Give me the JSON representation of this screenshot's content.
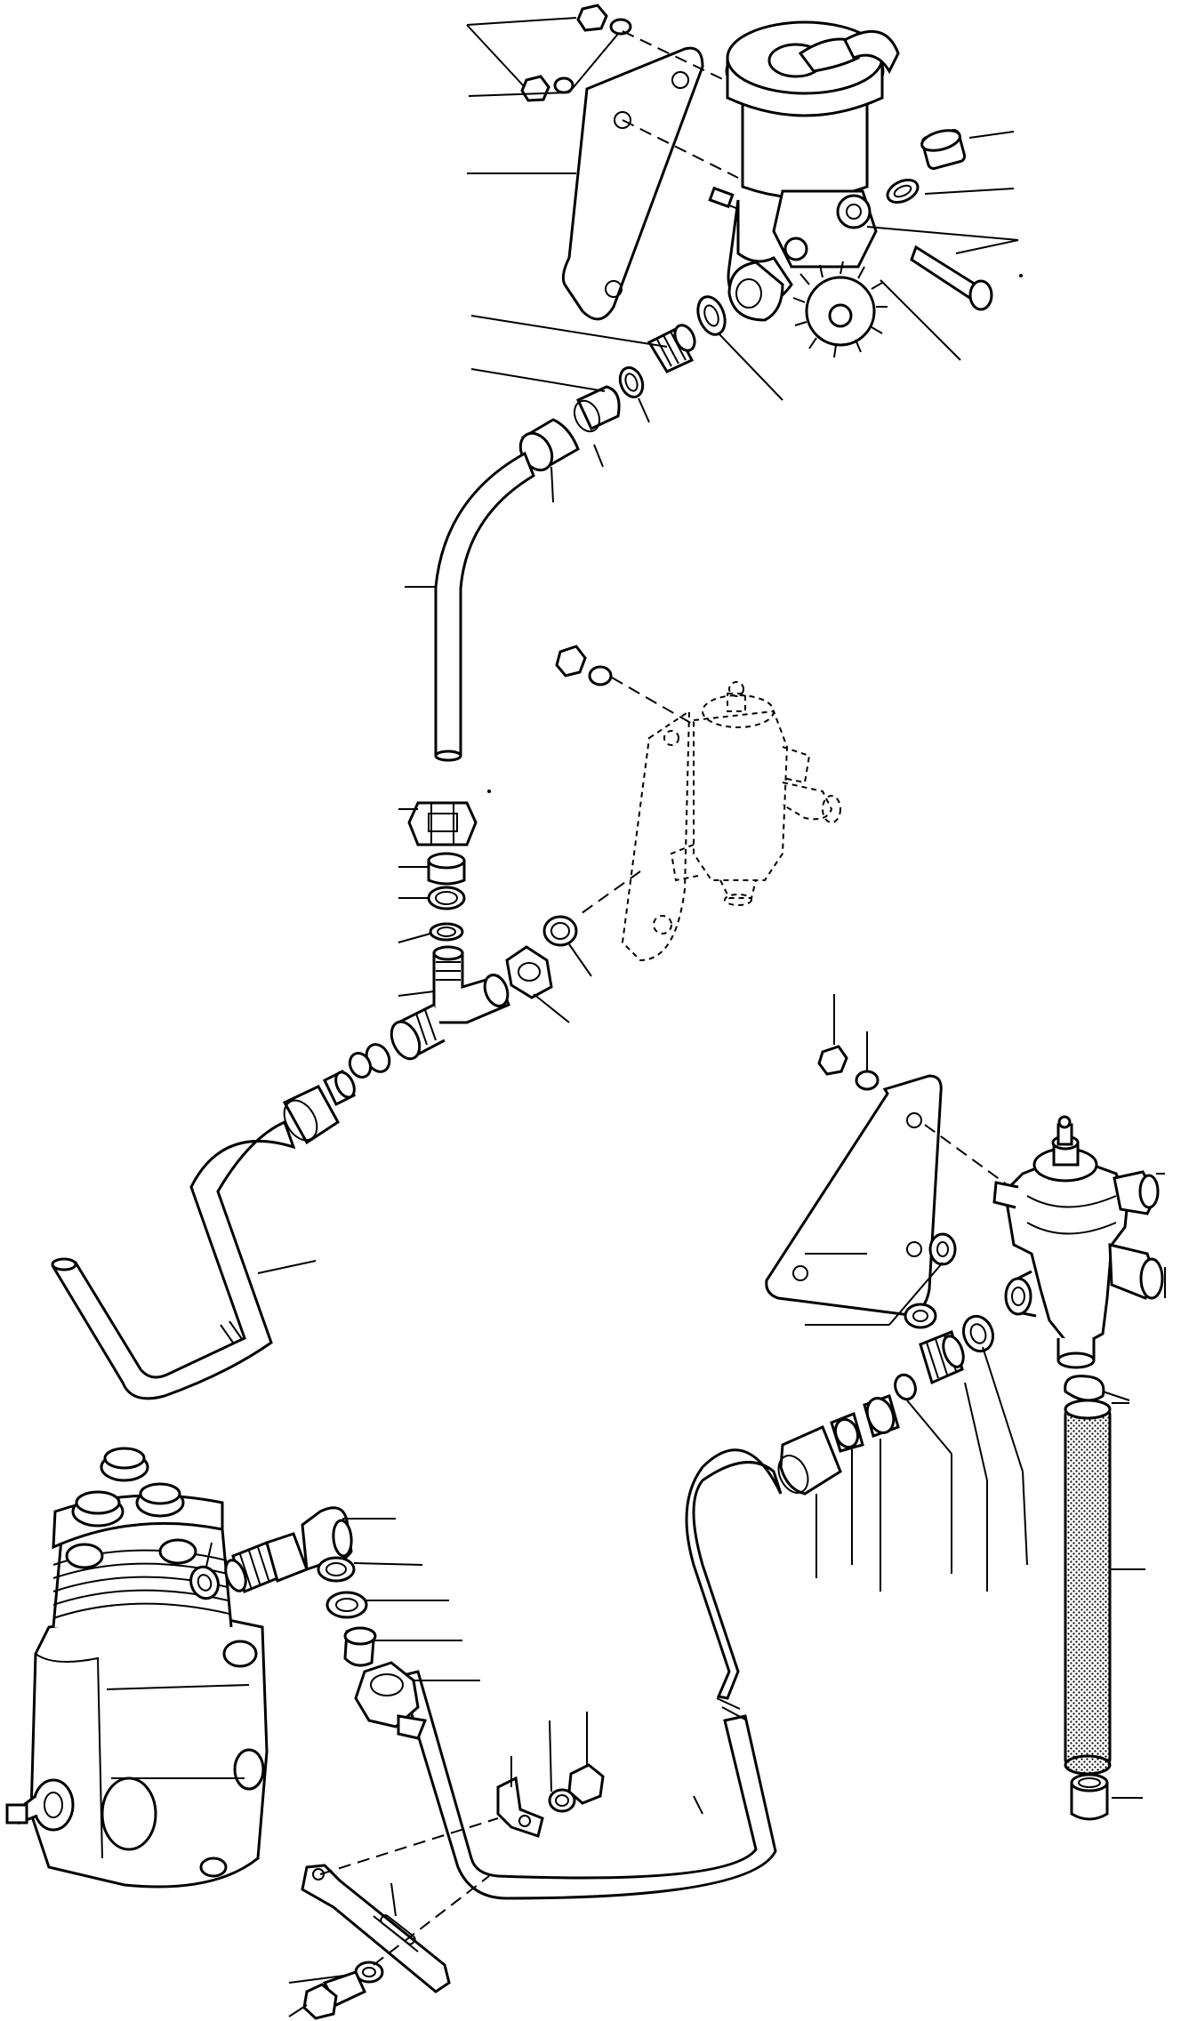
{
  "diagram": {
    "type": "exploded-parts-view",
    "labels": [],
    "assemblies": [
      "reservoir-valve-assembly",
      "upper-mounting-bracket",
      "upper-feed-pipe",
      "ghost-valve-assembly",
      "tee-union-fittings",
      "lower-pipe-to-left",
      "right-valve-assembly",
      "right-mounting-bracket",
      "stipple-hose",
      "compressor",
      "compressor-elbow-fittings",
      "lower-pipe-to-right",
      "pipe-clip",
      "lower-bracket-and-bolt"
    ]
  }
}
